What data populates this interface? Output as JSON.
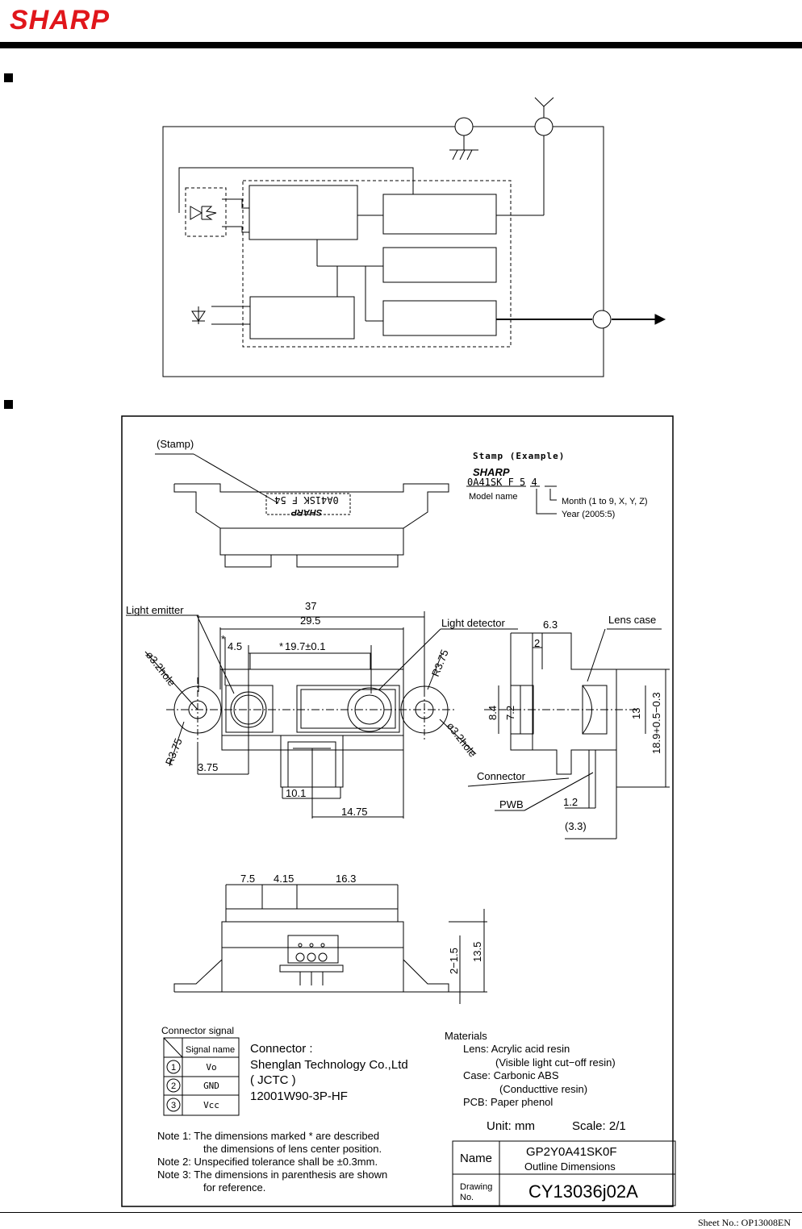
{
  "header": {
    "brand": "SHARP"
  },
  "footer": {
    "sheet_no": "Sheet No.: OP13008EN"
  },
  "drawing": {
    "stamp_label": "(Stamp)",
    "stamp_example_title": "Stamp (Example)",
    "stamp_brand": "SHARP",
    "stamp_code": "0A41SK F 5 4",
    "stamp_code_flipped": "0A41SK F 54",
    "model_name_label": "Model name",
    "month_label": "Month (1 to 9, X, Y, Z)",
    "year_label": "Year (2005:5)",
    "light_emitter": "Light emitter",
    "light_detector": "Light detector",
    "lens_case": "Lens case",
    "connector_label": "Connector",
    "pwb_label": "PWB",
    "hole_left": "ø3.2hole",
    "hole_right": "ø3.2hole",
    "dims": {
      "d37": "37",
      "d29_5": "29.5",
      "d4_5": "4.5",
      "d19_7": "19.7±0.1",
      "r3_75_a": "R3.75",
      "r3_75_b": "R3.75",
      "d3_75": "3.75",
      "d10_1": "10.1",
      "d14_75": "14.75",
      "d6_3": "6.3",
      "d2": "2",
      "d8_4": "8.4",
      "d7_2": "7.2",
      "d13": "13",
      "d18_9": "18.9+0.5−0.3",
      "d1_2": "1.2",
      "d3_3": "(3.3)",
      "d7_5": "7.5",
      "d4_15": "4.15",
      "d16_3": "16.3",
      "d2_1_5": "2−1.5",
      "d13_5": "13.5",
      "star": "*"
    },
    "connector_signal": {
      "title": "Connector signal",
      "header": "Signal name",
      "rows": [
        {
          "pin": "1",
          "name": "Vo"
        },
        {
          "pin": "2",
          "name": "GND"
        },
        {
          "pin": "3",
          "name": "Vcc"
        }
      ]
    },
    "connector_info": {
      "title": "Connector :",
      "maker": "Shenglan Technology  Co.,Ltd",
      "abbr": "( JCTC )",
      "part": "12001W90-3P-HF"
    },
    "materials": {
      "title": "Materials",
      "lens": "Lens:  Acrylic acid resin",
      "lens_note": "(Visible light cut−off resin)",
      "case": "Case:  Carbonic ABS",
      "case_note": "(Conducttive resin)",
      "pcb": "PCB:  Paper phenol"
    },
    "unit": "Unit:  mm",
    "scale": "Scale:  2/1",
    "notes": [
      "Note 1: The dimensions marked * are described",
      "the dimensions of lens center position.",
      "Note 2: Unspecified tolerance shall be ±0.3mm.",
      "Note 3: The dimensions in parenthesis are shown",
      "for reference."
    ],
    "title_block": {
      "name_label": "Name",
      "name_value": "GP2Y0A41SK0F",
      "name_sub": "Outline Dimensions",
      "drawing_label_1": "Drawing",
      "drawing_label_2": "No.",
      "drawing_no": "CY13036j02A"
    }
  }
}
